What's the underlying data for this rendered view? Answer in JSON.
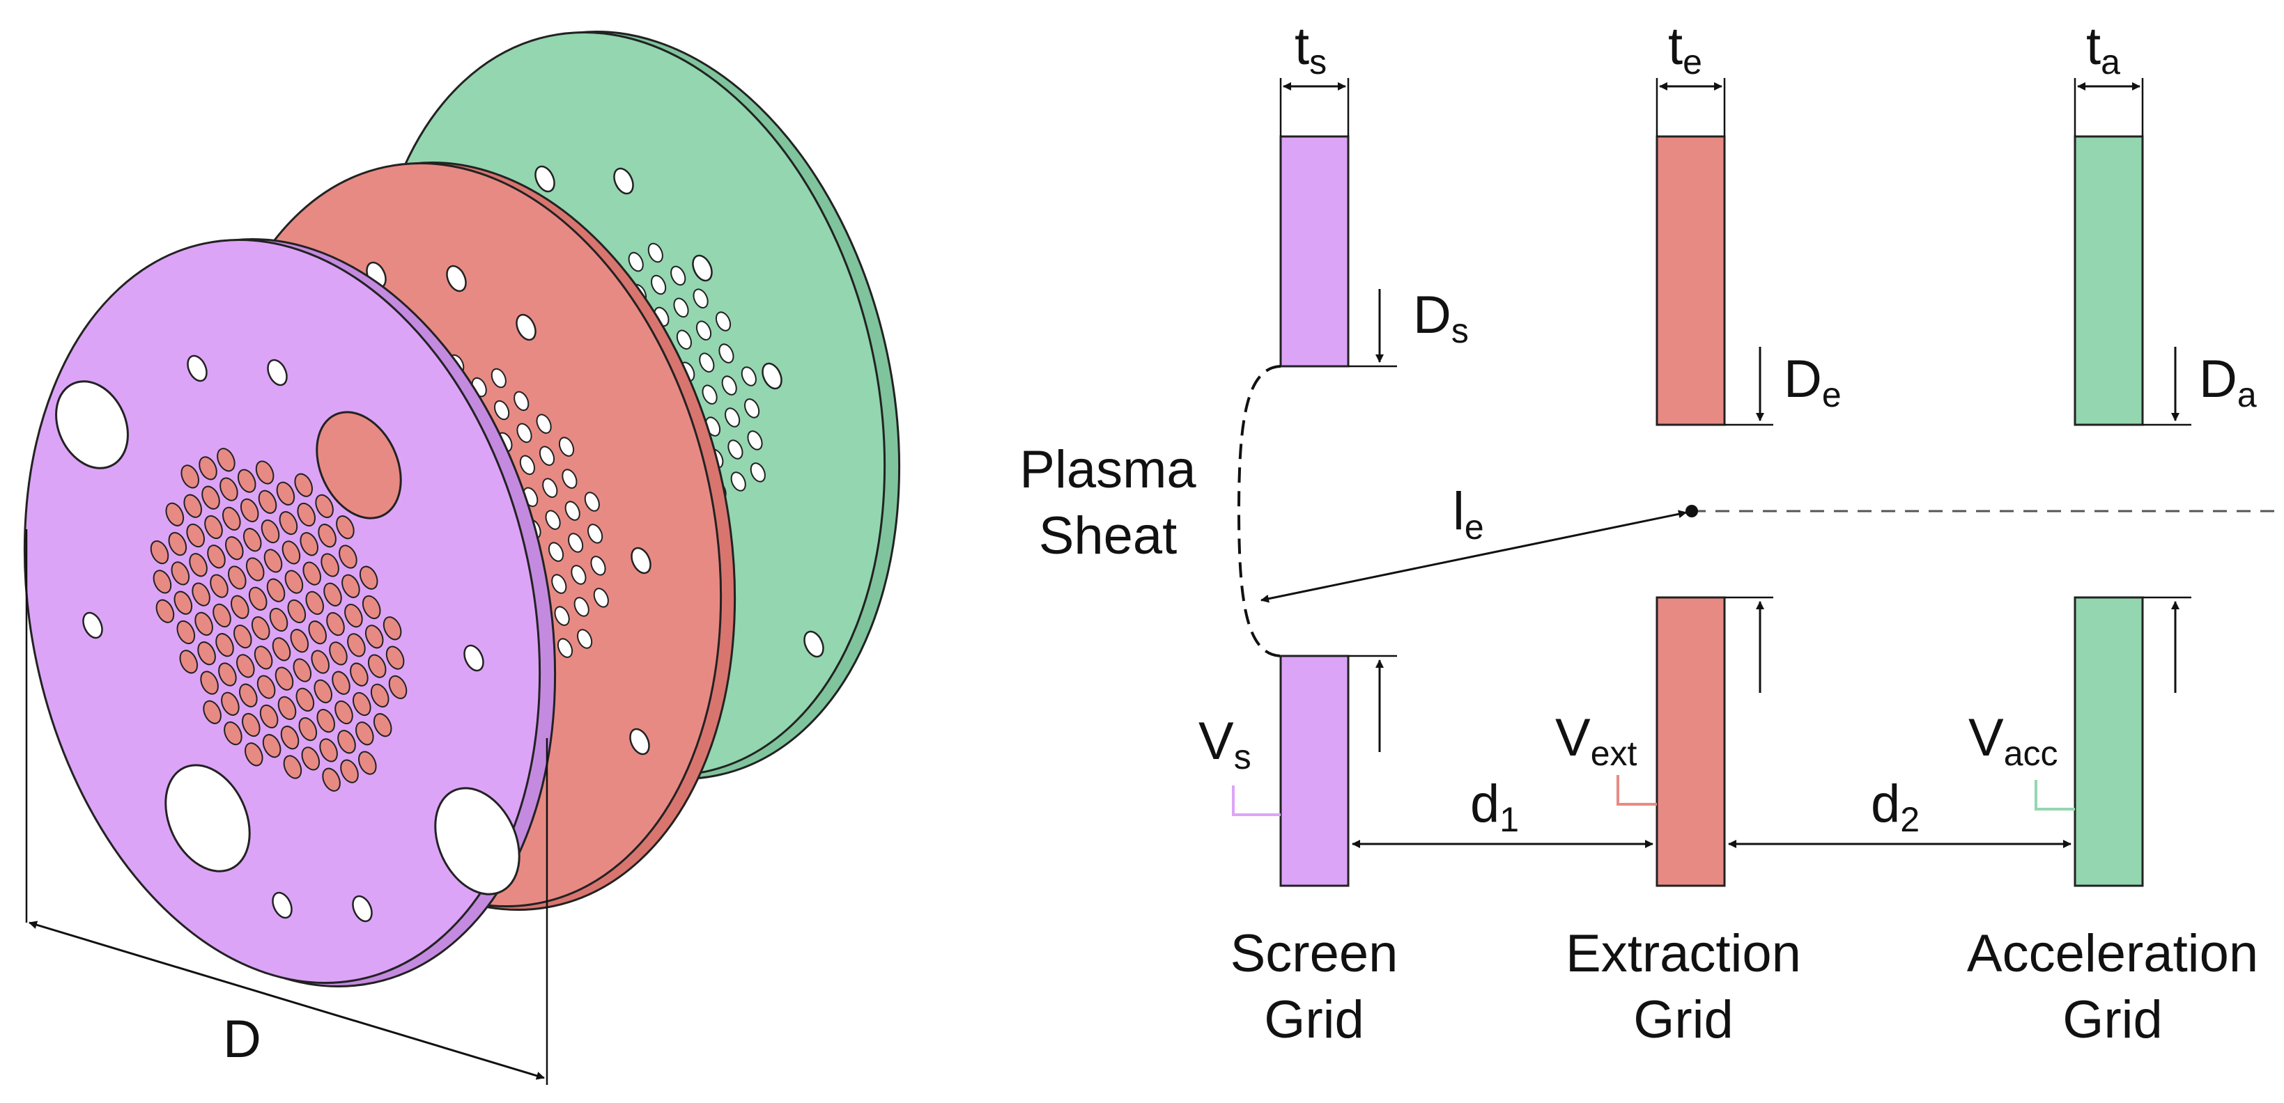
{
  "colors": {
    "screen": "#dca4f7",
    "extraction": "#e88a84",
    "acceleration": "#93d6b0",
    "outline": "#222222"
  },
  "labels": {
    "D": "D",
    "plasma_line1": "Plasma",
    "plasma_line2": "Sheat",
    "le": {
      "base": "l",
      "sub": "e"
    },
    "ts": {
      "base": "t",
      "sub": "s"
    },
    "te": {
      "base": "t",
      "sub": "e"
    },
    "ta": {
      "base": "t",
      "sub": "a"
    },
    "Ds": {
      "base": "D",
      "sub": "s"
    },
    "De": {
      "base": "D",
      "sub": "e"
    },
    "Da": {
      "base": "D",
      "sub": "a"
    },
    "Vs": {
      "base": "V",
      "sub": "s"
    },
    "Vext": {
      "base": "V",
      "sub": "ext"
    },
    "Vacc": {
      "base": "V",
      "sub": "acc"
    },
    "d1": {
      "base": "d",
      "sub": "1"
    },
    "d2": {
      "base": "d",
      "sub": "2"
    }
  },
  "grids": [
    {
      "key": "screen",
      "line1": "Screen",
      "line2": "Grid"
    },
    {
      "key": "extraction",
      "line1": "Extraction",
      "line2": "Grid"
    },
    {
      "key": "acceleration",
      "line1": "Acceleration",
      "line2": "Grid"
    }
  ]
}
